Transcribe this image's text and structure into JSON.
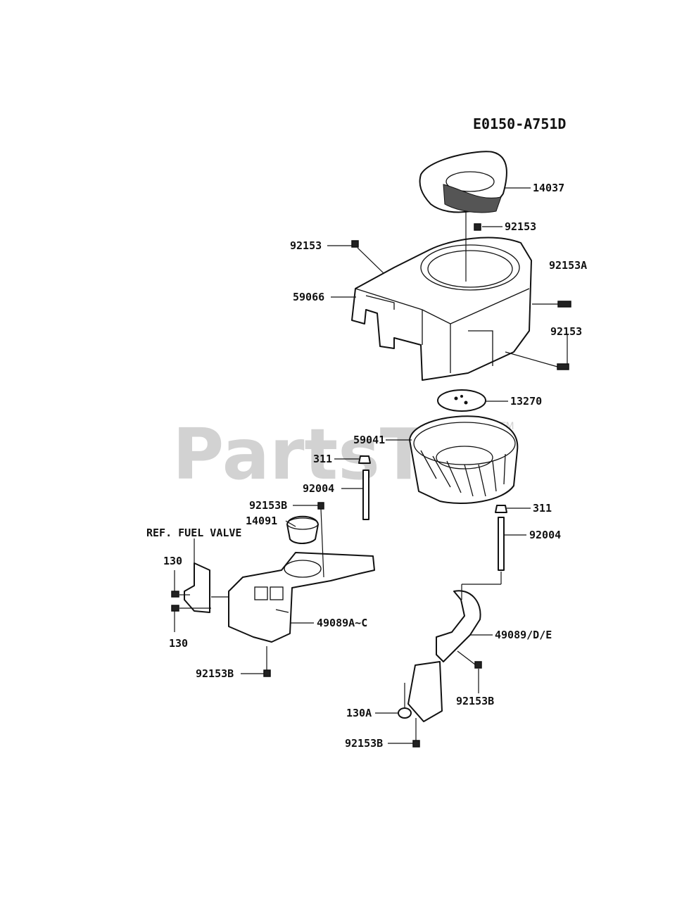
{
  "diagram": {
    "code": "E0150-A751D",
    "watermark": "PartsTr",
    "watermark_tm": "TM",
    "callouts": [
      {
        "id": "c-14037",
        "text": "14037"
      },
      {
        "id": "c-92153-top",
        "text": "92153"
      },
      {
        "id": "c-92153-left",
        "text": "92153"
      },
      {
        "id": "c-92153A",
        "text": "92153A"
      },
      {
        "id": "c-59066",
        "text": "59066"
      },
      {
        "id": "c-92153-right",
        "text": "92153"
      },
      {
        "id": "c-13270",
        "text": "13270"
      },
      {
        "id": "c-59041",
        "text": "59041"
      },
      {
        "id": "c-311-left",
        "text": "311"
      },
      {
        "id": "c-92004-left",
        "text": "92004"
      },
      {
        "id": "c-92153B-a",
        "text": "92153B"
      },
      {
        "id": "c-311-right",
        "text": "311"
      },
      {
        "id": "c-14091",
        "text": "14091"
      },
      {
        "id": "c-ref-fuel-valve",
        "text": "REF. FUEL VALVE"
      },
      {
        "id": "c-92004-right",
        "text": "92004"
      },
      {
        "id": "c-130-top",
        "text": "130"
      },
      {
        "id": "c-49089A",
        "text": "49089A~C"
      },
      {
        "id": "c-130-bottom",
        "text": "130"
      },
      {
        "id": "c-49089DE",
        "text": "49089/D/E"
      },
      {
        "id": "c-92153B-b",
        "text": "92153B"
      },
      {
        "id": "c-92153B-c",
        "text": "92153B"
      },
      {
        "id": "c-130A",
        "text": "130A"
      },
      {
        "id": "c-92153B-d",
        "text": "92153B"
      }
    ]
  }
}
